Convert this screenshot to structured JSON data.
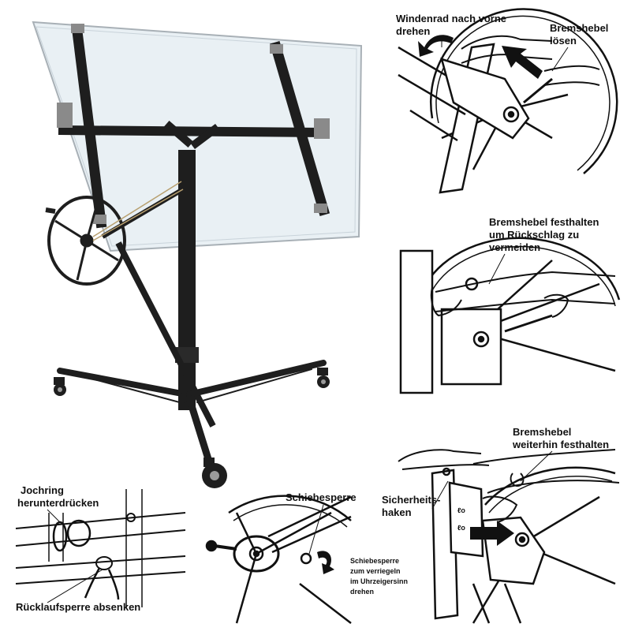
{
  "labels": {
    "winch_forward": [
      "Windenrad nach vorne",
      "drehen"
    ],
    "release_brake": [
      "Bremshebel",
      "lösen"
    ],
    "hold_brake": [
      "Bremshebel festhalten",
      "um Rückschlag zu",
      "vermeiden"
    ],
    "keep_holding": [
      "Bremshebel",
      "weiterhin festhalten"
    ],
    "safety_hook": [
      "Sicherheits-",
      "haken"
    ],
    "yoke_ring": [
      "Jochring",
      "herunterdrücken"
    ],
    "lower_ratchet": "Rücklaufsperre absenken",
    "slide_lock": "Schiebesperre",
    "slide_lock_note": [
      "Schiebesperre",
      "zum verriegeln",
      "im Uhrzeigersinn",
      "drehen"
    ]
  },
  "colors": {
    "frame": "#1e1e1e",
    "panel_fill": "#e6eef3",
    "panel_edge": "#9aa3aa",
    "ink": "#111111",
    "wheel_grey": "#9a9a9a"
  },
  "icons": {
    "rotate_forward": "curved-arrow-icon",
    "push_lever": "straight-arrow-icon",
    "clockwise": "clockwise-arrow-icon"
  }
}
